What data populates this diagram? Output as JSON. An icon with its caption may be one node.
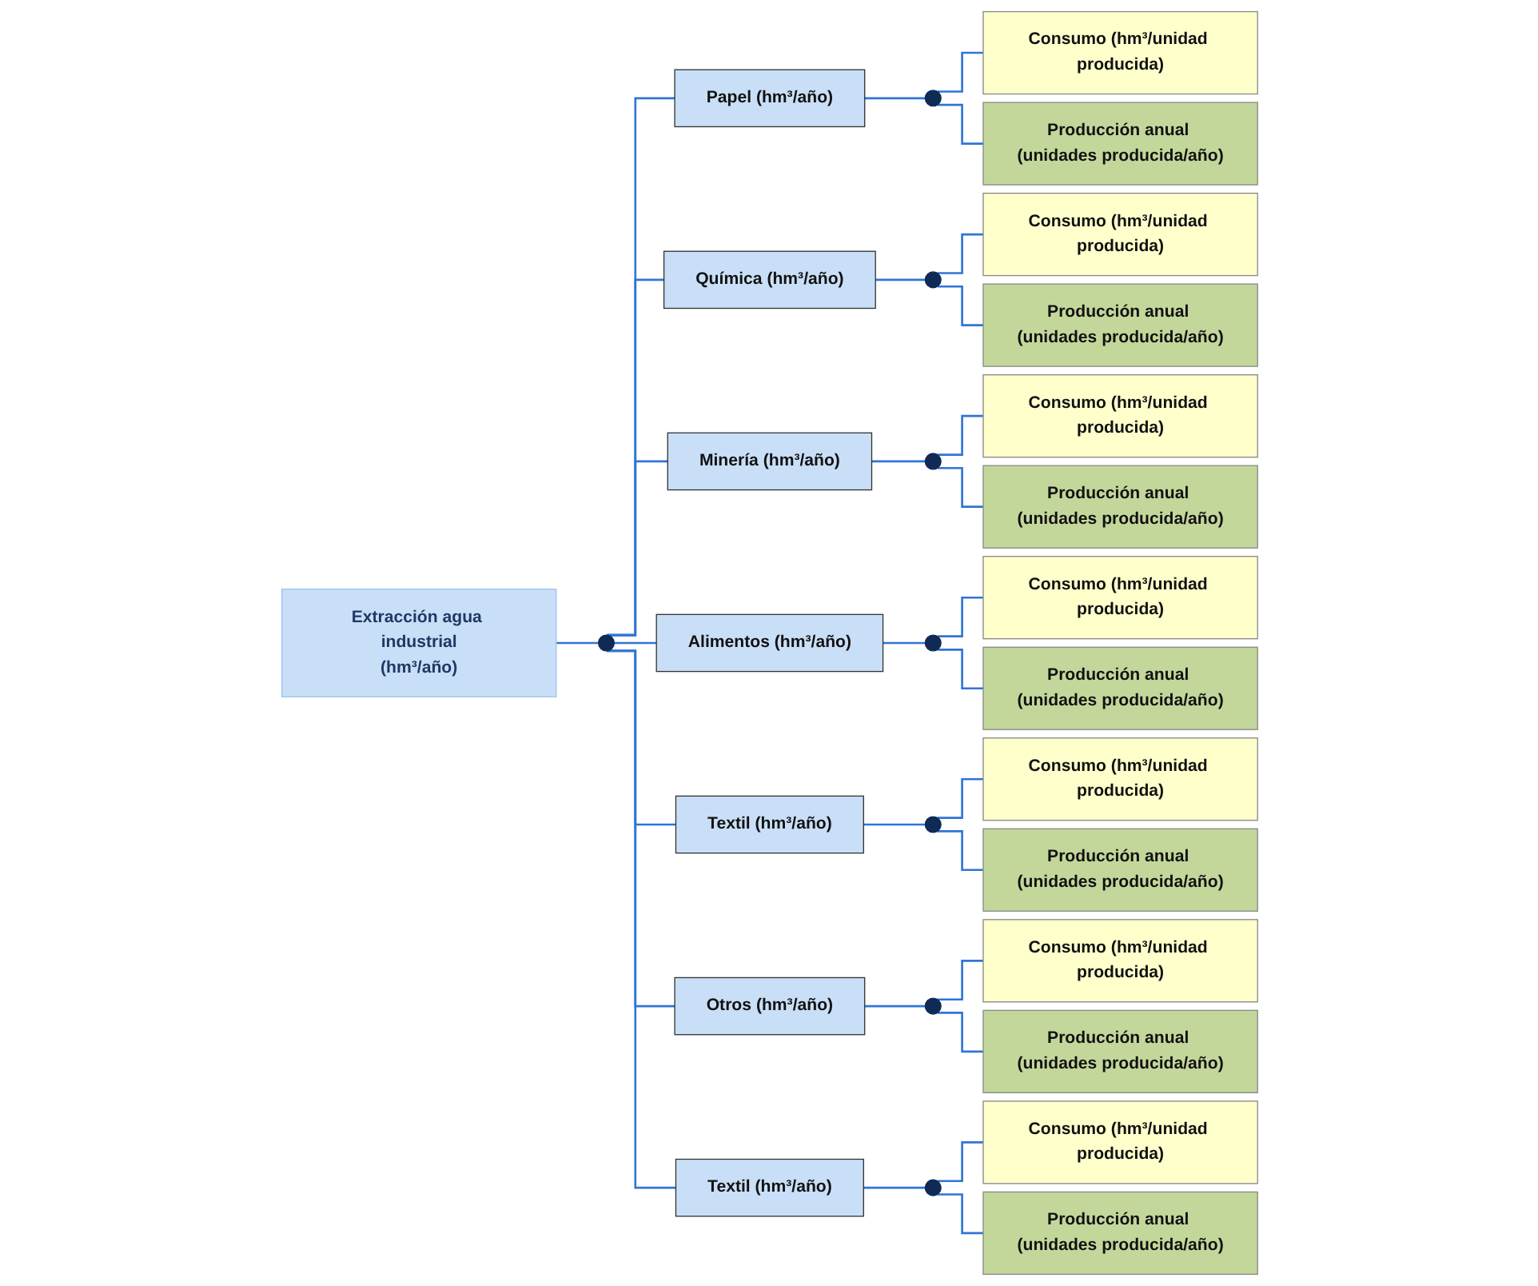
{
  "diagram": {
    "nodes": [
      {
        "text": [
          "Extracción agua industrial",
          "(hm³/año)"
        ]
      },
      {
        "text": [],
        "shape": "circle"
      },
      {
        "text": [
          "Papel (hm³/año)"
        ]
      },
      {
        "text": [],
        "shape": "circle"
      },
      {
        "text": [
          "Consumo (hm³/unidad producida)"
        ]
      },
      {
        "text": [
          "Producción anual (unidades producida/año)"
        ]
      },
      {
        "text": [
          "Química (hm³/año)"
        ]
      },
      {
        "text": [],
        "shape": "circle"
      },
      {
        "text": [
          "Consumo (hm³/unidad producida)"
        ]
      },
      {
        "text": [
          "Producción anual (unidades producida/año)"
        ]
      },
      {
        "text": [
          "Minería (hm³/año)"
        ]
      },
      {
        "text": [],
        "shape": "circle"
      },
      {
        "text": [
          "Consumo (hm³/unidad producida)"
        ]
      },
      {
        "text": [
          "Producción anual (unidades producida/año)"
        ]
      },
      {
        "text": [
          "Alimentos (hm³/año)"
        ]
      },
      {
        "text": [],
        "shape": "circle"
      },
      {
        "text": [
          "Consumo (hm³/unidad producida)"
        ]
      },
      {
        "text": [
          "Producción anual (unidades producida/año)"
        ]
      },
      {
        "text": [
          "Textil (hm³/año)"
        ]
      },
      {
        "text": [],
        "shape": "circle"
      },
      {
        "text": [
          "Consumo (hm³/unidad producida)"
        ]
      },
      {
        "text": [
          "Producción anual (unidades producida/año)"
        ]
      },
      {
        "text": [
          "Otros (hm³/año)"
        ]
      },
      {
        "text": [],
        "shape": "circle"
      },
      {
        "text": [
          "Consumo (hm³/unidad producida)"
        ]
      },
      {
        "text": [
          "Producción anual (unidades producida/año)"
        ]
      },
      {
        "text": [
          "Textil (hm³/año)"
        ]
      },
      {
        "text": [],
        "shape": "circle"
      },
      {
        "text": [
          "Consumo (hm³/unidad producida)"
        ]
      },
      {
        "text": [
          "Producción anual (unidades producida/año)"
        ]
      }
    ],
    "edges": [
      {
        "from": 0,
        "to": 1,
        "arrow": "none"
      },
      {
        "from": 1,
        "to": 2,
        "arrow": "none"
      },
      {
        "from": 2,
        "to": 3,
        "arrow": "none"
      },
      {
        "from": 3,
        "to": 4,
        "arrow": "none"
      },
      {
        "from": 3,
        "to": 5,
        "arrow": "none"
      },
      {
        "from": 1,
        "to": 6,
        "arrow": "none"
      },
      {
        "from": 6,
        "to": 7,
        "arrow": "none"
      },
      {
        "from": 7,
        "to": 8,
        "arrow": "none"
      },
      {
        "from": 7,
        "to": 9,
        "arrow": "none"
      },
      {
        "from": 1,
        "to": 10,
        "arrow": "none"
      },
      {
        "from": 10,
        "to": 11,
        "arrow": "none"
      },
      {
        "from": 11,
        "to": 12,
        "arrow": "none"
      },
      {
        "from": 11,
        "to": 13,
        "arrow": "none"
      },
      {
        "from": 1,
        "to": 14,
        "arrow": "none"
      },
      {
        "from": 14,
        "to": 15,
        "arrow": "none"
      },
      {
        "from": 15,
        "to": 16,
        "arrow": "none"
      },
      {
        "from": 15,
        "to": 17,
        "arrow": "none"
      },
      {
        "from": 1,
        "to": 18,
        "arrow": "none"
      },
      {
        "from": 18,
        "to": 19,
        "arrow": "none"
      },
      {
        "from": 19,
        "to": 20,
        "arrow": "none"
      },
      {
        "from": 19,
        "to": 21,
        "arrow": "none"
      },
      {
        "from": 1,
        "to": 22,
        "arrow": "none"
      },
      {
        "from": 22,
        "to": 23,
        "arrow": "none"
      },
      {
        "from": 23,
        "to": 24,
        "arrow": "none"
      },
      {
        "from": 23,
        "to": 25,
        "arrow": "none"
      },
      {
        "from": 1,
        "to": 26,
        "arrow": "none"
      },
      {
        "from": 26,
        "to": 27,
        "arrow": "none"
      },
      {
        "from": 27,
        "to": 28,
        "arrow": "none"
      },
      {
        "from": 27,
        "to": 29,
        "arrow": "none"
      }
    ]
  }
}
